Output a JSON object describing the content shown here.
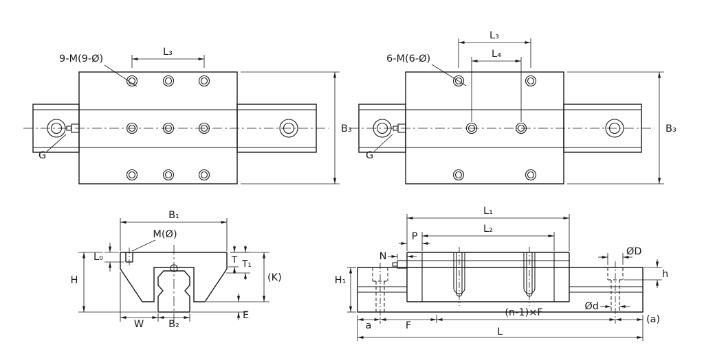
{
  "drawing_labels": {
    "top_left": {
      "holes_note": "9-M(9-Ø)",
      "l3": "L₃",
      "b3": "B₃",
      "g": "G"
    },
    "top_right": {
      "holes_note": "6-M(6-Ø)",
      "l3": "L₃",
      "l4": "L₄",
      "b3": "B₃",
      "g": "G"
    },
    "front_section": {
      "b1": "B₁",
      "m": "M(Ø)",
      "l0": "L₀",
      "h": "H",
      "t": "T",
      "t1": "T₁",
      "k": "(K)",
      "e": "E",
      "w": "W",
      "b2": "B₂"
    },
    "side_view": {
      "l1": "L₁",
      "l2": "L₂",
      "p": "P",
      "n": "N",
      "h1": "H₁",
      "big_d": "ØD",
      "h_small": "h",
      "small_d": "Ød",
      "a_paren": "(a)",
      "a": "a",
      "f": "F",
      "pitch": "(n-1)×F",
      "l": "L"
    }
  },
  "colors": {
    "line": "#1a1a1a",
    "background": "#ffffff"
  }
}
